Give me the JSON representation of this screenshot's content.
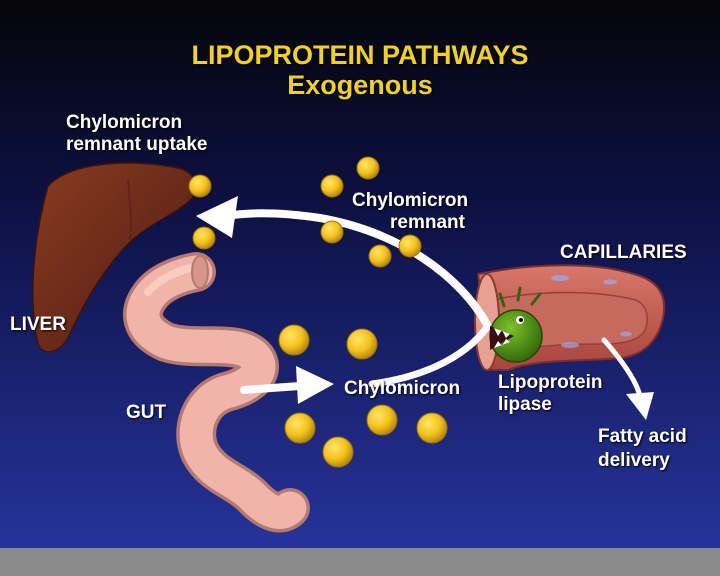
{
  "slide": {
    "title_line1": "LIPOPROTEIN  PATHWAYS",
    "title_line2": "Exogenous",
    "labels": {
      "remnant_uptake_line1": "Chylomicron",
      "remnant_uptake_line2": "remnant  uptake",
      "chylomicron_remnant_line1": "Chylomicron",
      "chylomicron_remnant_line2": "remnant",
      "capillaries": "CAPILLARIES",
      "liver": "LIVER",
      "gut": "GUT",
      "chylomicron": "Chylomicron",
      "lipoprotein_line1": "Lipoprotein",
      "lipase_line2": "lipase",
      "fatty_acid_line1": "Fatty  acid",
      "fatty_acid_line2": "delivery"
    },
    "colors": {
      "background_top": "#050509",
      "background_bottom": "#26339a",
      "title": "#f2d21f",
      "label": "#ffffff",
      "liver": "#6e2a1a",
      "gut": "#f0b4a8",
      "capillary": "#c5584e",
      "particle": "#f3c21c",
      "lipase": "#4a8a12",
      "arrow": "#ffffff",
      "bottom_bar": "#8a8a8a"
    },
    "icons": [
      "liver-organ",
      "gut-intestine",
      "capillary-vessel",
      "lipoprotein-lipase-creature",
      "chylomicron-particle"
    ]
  }
}
